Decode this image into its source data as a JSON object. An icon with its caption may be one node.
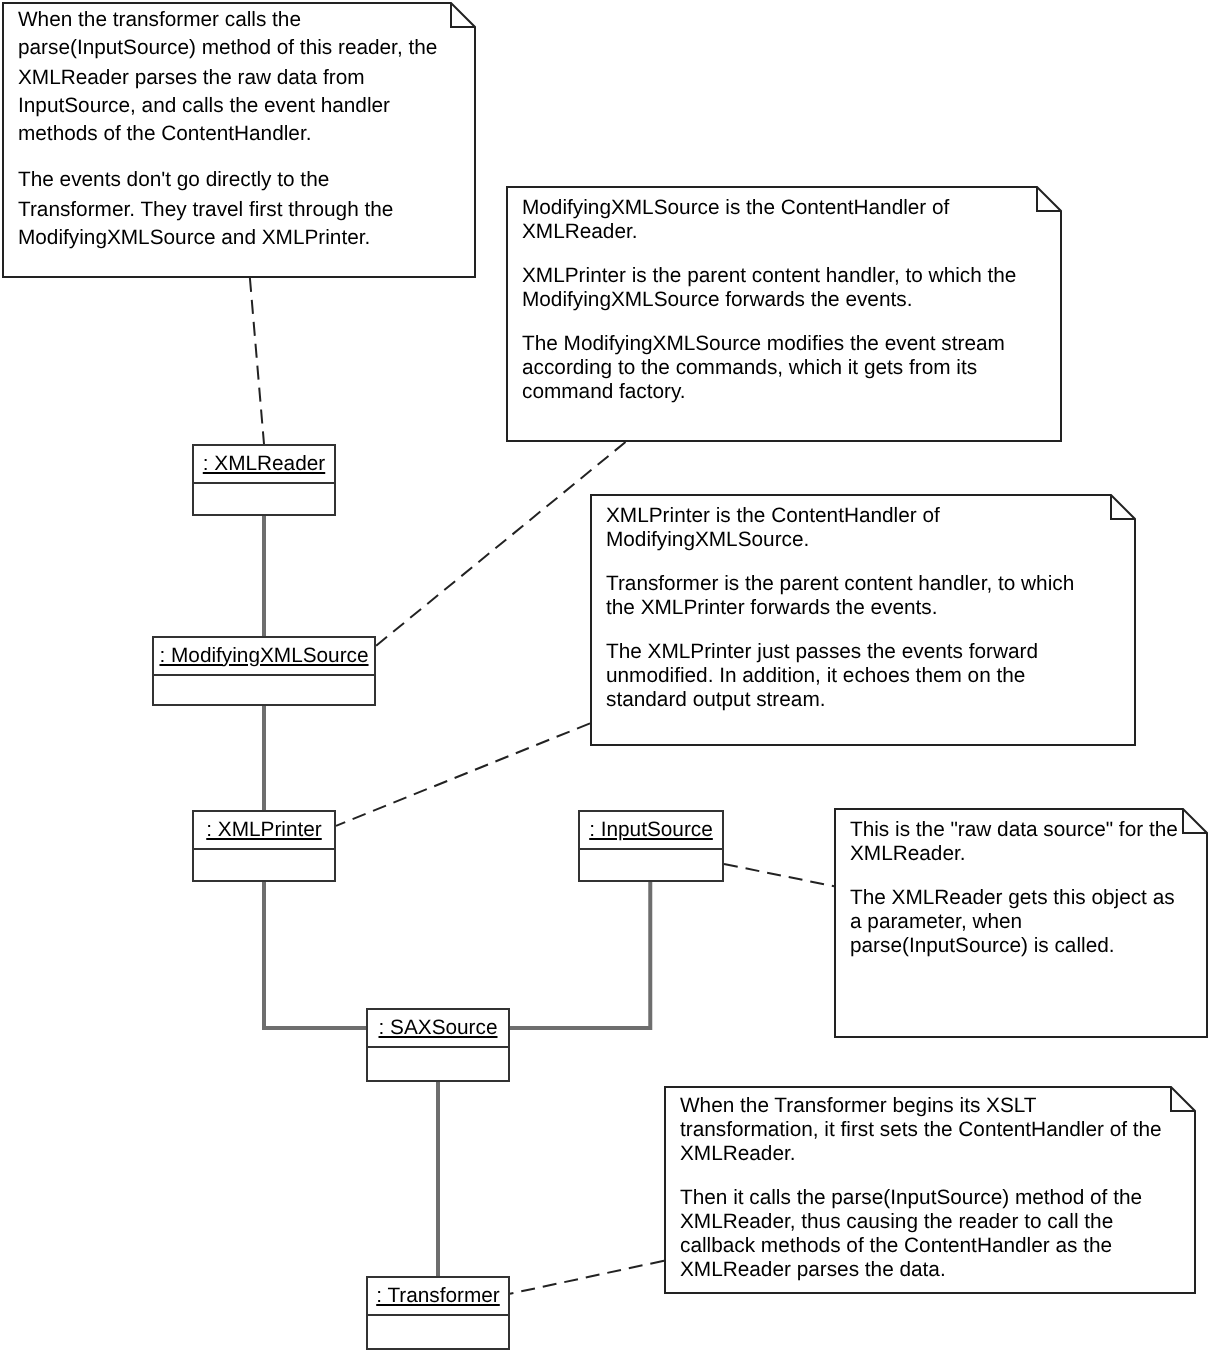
{
  "diagram": {
    "nodes": [
      {
        "text": [
          "When the transformer calls the parse(InputSource) method of this reader, the XMLReader parses the raw data from InputSource, and calls the event handler methods of the ContentHandler.",
          "The events don't go directly to the Transformer. They travel first through the ModifyingXMLSource and XMLPrinter."
        ]
      },
      {
        "text": [
          "ModifyingXMLSource is the ContentHandler of XMLReader.",
          "XMLPrinter is the parent content handler, to which the ModifyingXMLSource forwards the events.",
          "The ModifyingXMLSource modifies the event stream according to the commands, which it gets from its command factory."
        ]
      },
      {
        "text": [
          ": XMLReader"
        ]
      },
      {
        "text": [
          "XMLPrinter is the ContentHandler of ModifyingXMLSource.",
          "Transformer is the parent content handler, to which the XMLPrinter forwards the events.",
          "The XMLPrinter just passes the events forward unmodified. In addition, it echoes them on the standard output stream."
        ]
      },
      {
        "text": [
          ": ModifyingXMLSource"
        ]
      },
      {
        "text": [
          ": XMLPrinter"
        ]
      },
      {
        "text": [
          ": InputSource"
        ]
      },
      {
        "text": [
          "This is the \"raw data source\" for the XMLReader.",
          "The XMLReader gets this object as a parameter, when parse(InputSource) is called."
        ]
      },
      {
        "text": [
          ": SAXSource"
        ]
      },
      {
        "text": [
          "When the Transformer begins its XSLT transformation, it first sets the ContentHandler of the XMLReader.",
          "Then it calls the parse(InputSource) method of the XMLReader, thus causing the reader to call the callback methods of the ContentHandler as the XMLReader parses the data."
        ]
      },
      {
        "text": [
          ": Transformer"
        ]
      }
    ],
    "edges": [
      {
        "from": 0,
        "to": 2,
        "arrow": "none",
        "style": "dashed"
      },
      {
        "from": 2,
        "to": 4,
        "arrow": "none"
      },
      {
        "from": 1,
        "to": 4,
        "arrow": "none",
        "style": "dashed"
      },
      {
        "from": 4,
        "to": 5,
        "arrow": "none"
      },
      {
        "from": 3,
        "to": 5,
        "arrow": "none",
        "style": "dashed"
      },
      {
        "from": 6,
        "to": 7,
        "arrow": "none",
        "style": "dashed"
      },
      {
        "from": 5,
        "to": 8,
        "arrow": "none"
      },
      {
        "from": 6,
        "to": 8,
        "arrow": "none"
      },
      {
        "from": 8,
        "to": 10,
        "arrow": "none"
      },
      {
        "from": 9,
        "to": 10,
        "arrow": "none",
        "style": "dashed"
      }
    ]
  }
}
